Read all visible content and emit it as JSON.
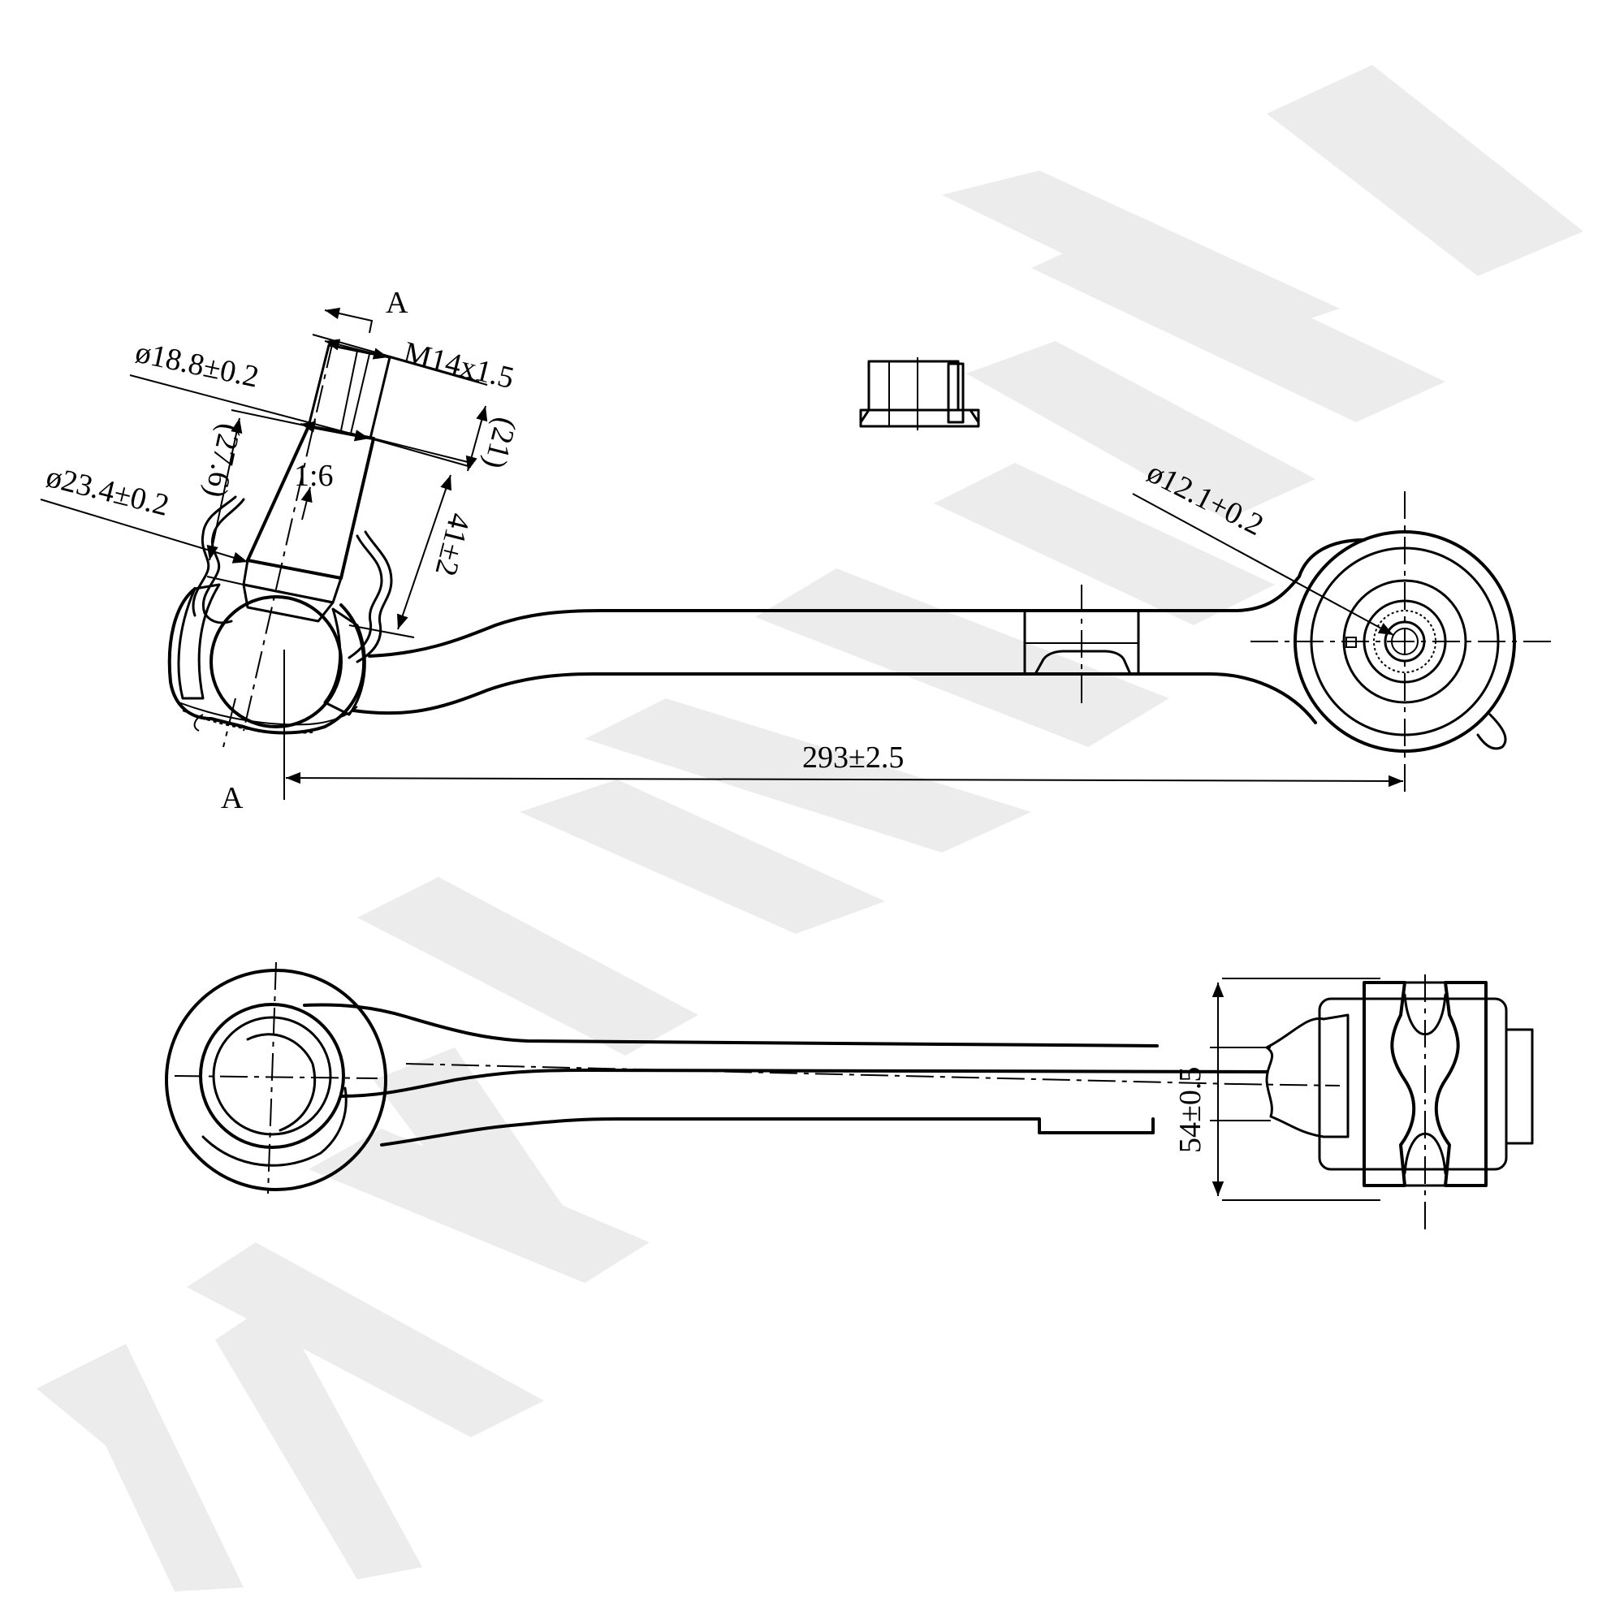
{
  "watermark": {
    "text": "ZENNEK",
    "color": "#ececec"
  },
  "section": {
    "top_label": "A",
    "bottom_label": "A"
  },
  "dimensions": {
    "thread": "M14x1.5",
    "thread_length": "(21)",
    "shank_diameter": "ø18.8±0.2",
    "taper_length": "(27.6)",
    "taper": "1:6",
    "ball_height": "41±2",
    "ball_diameter": "ø23.4±0.2",
    "bushing_bore": "ø12.1+0.2",
    "overall_length": "293±2.5",
    "bushing_width": "54±0.5"
  },
  "icons": [
    "flange-nut-icon"
  ]
}
